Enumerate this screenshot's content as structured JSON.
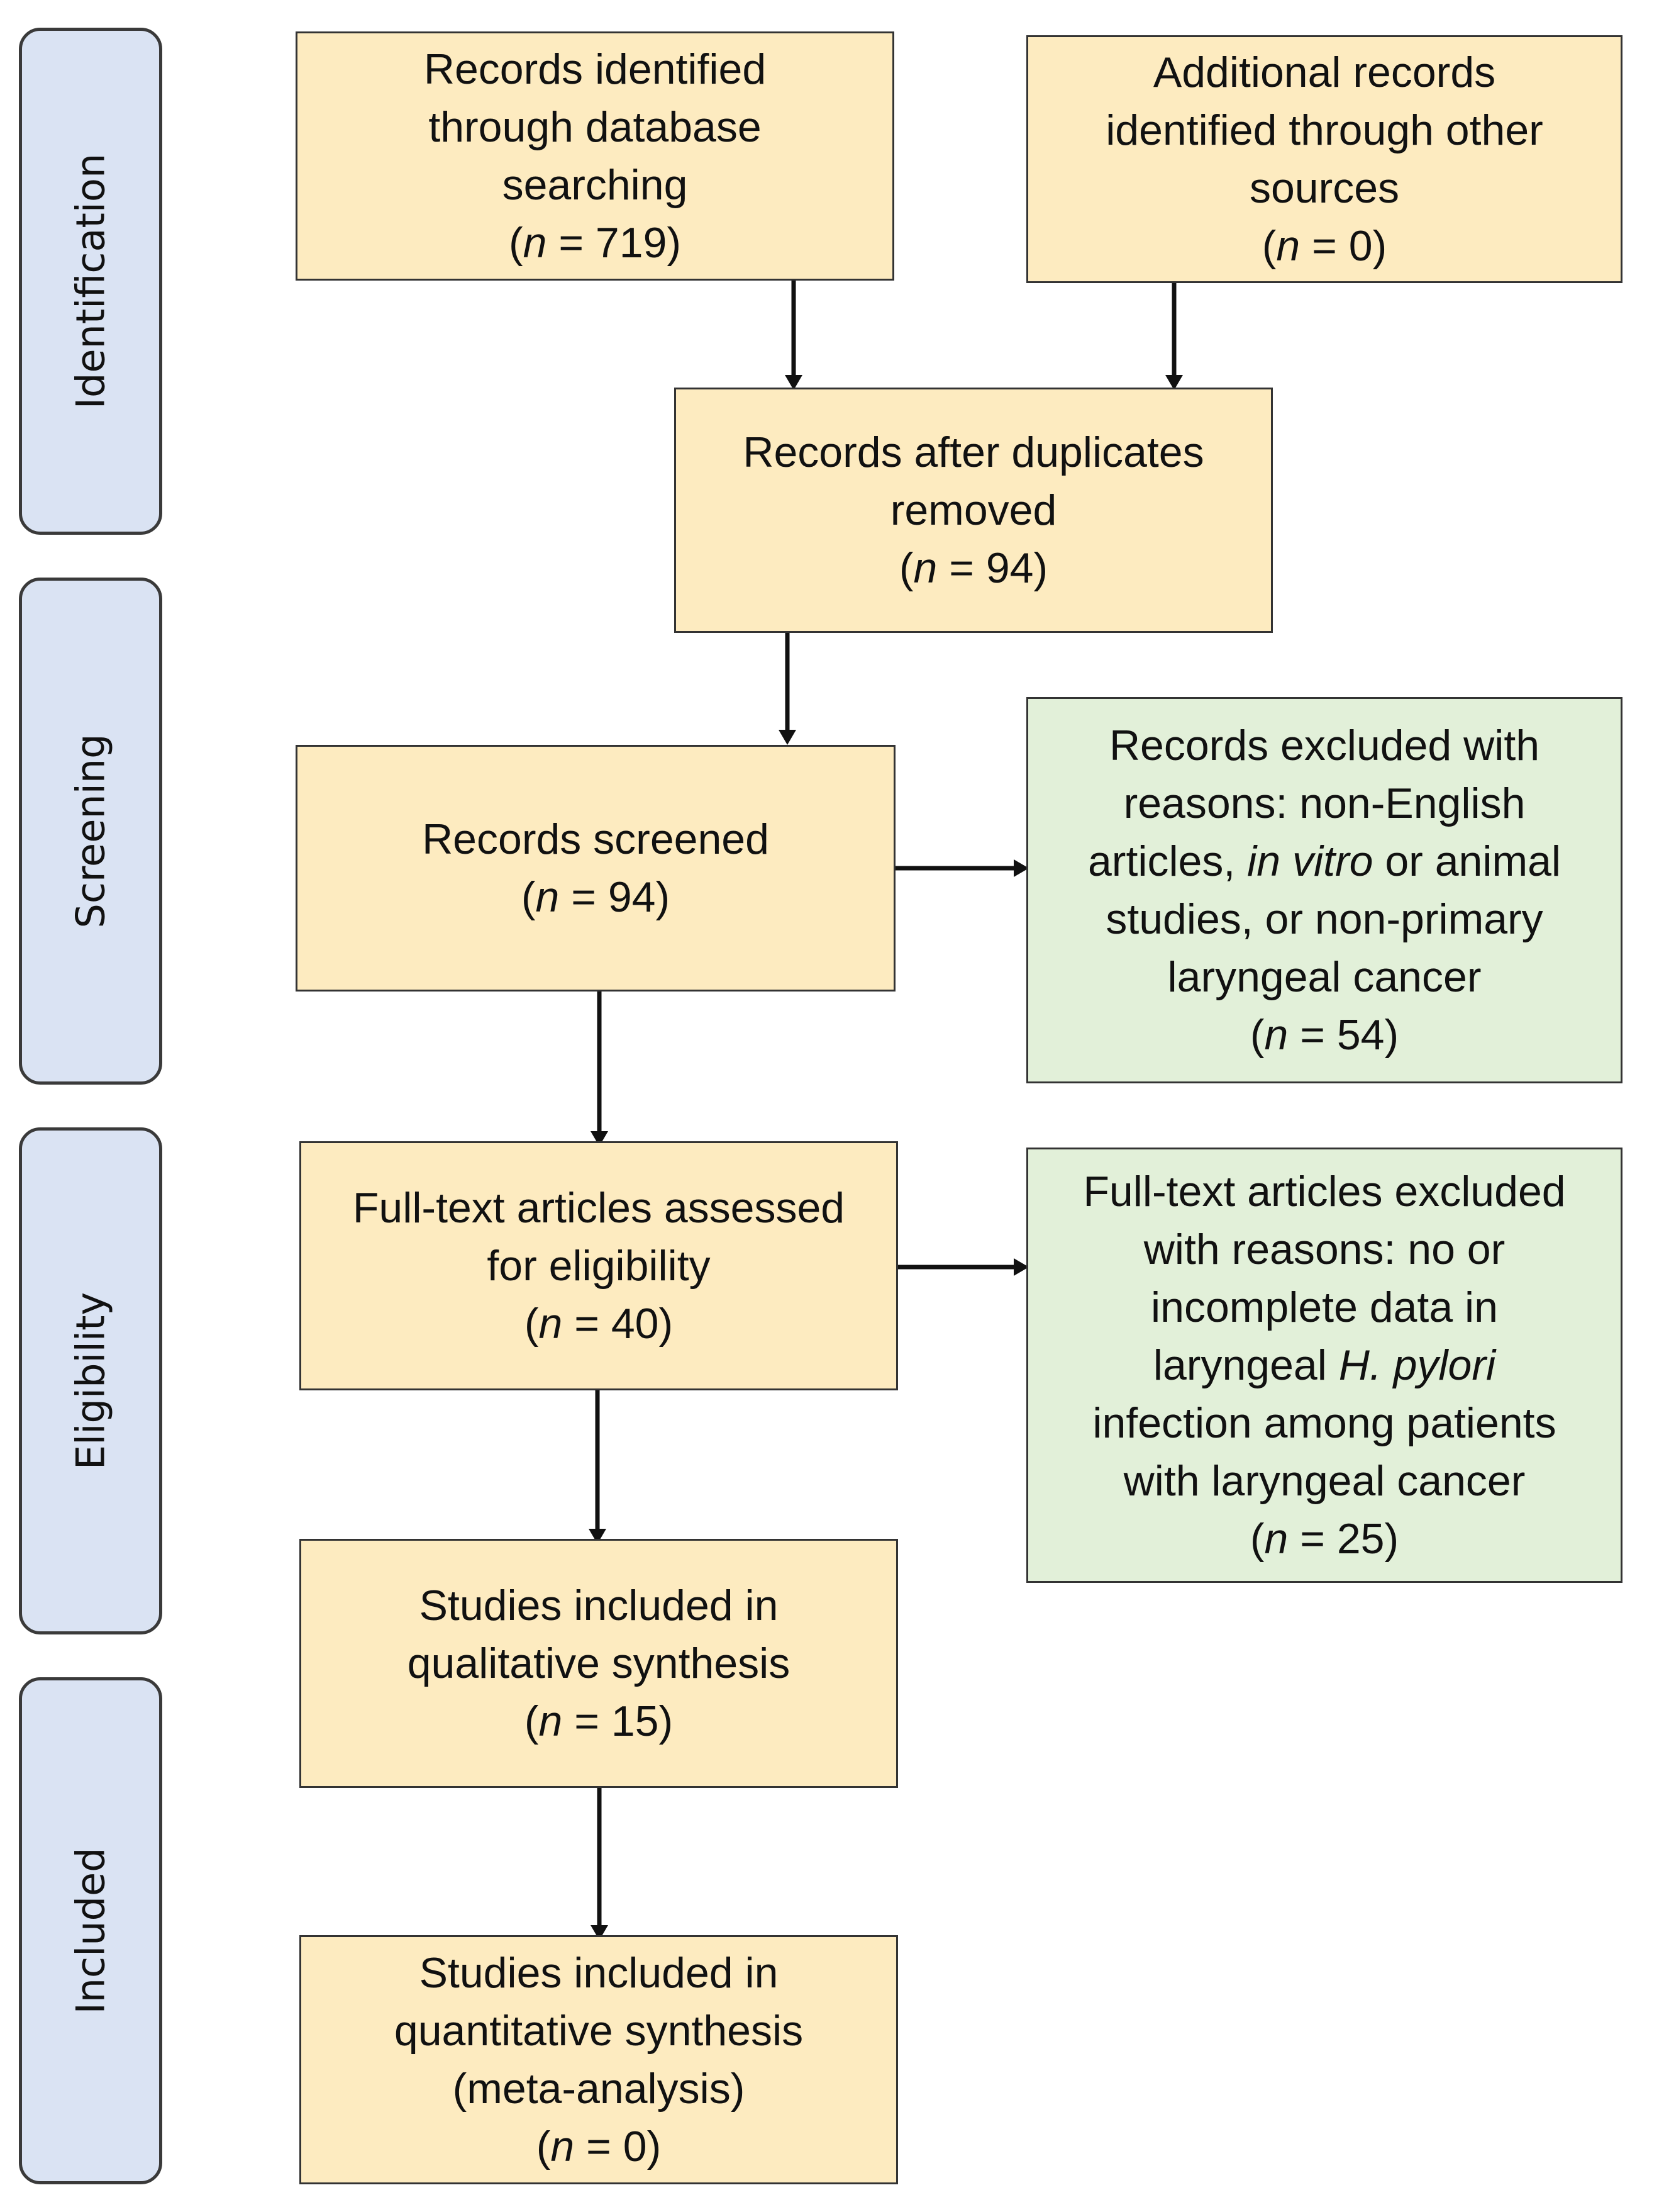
{
  "phases": [
    {
      "label": "Identification"
    },
    {
      "label": "Screening"
    },
    {
      "label": "Eligibility"
    },
    {
      "label": "Included"
    }
  ],
  "boxes": {
    "db_search": {
      "lines": [
        "Records identified",
        "through database",
        "searching"
      ],
      "count_prefix": "(",
      "n_symbol": "n",
      "count_value": " = 719)"
    },
    "other_sources": {
      "lines": [
        "Additional records",
        "identified through other",
        "sources"
      ],
      "count_prefix": "(",
      "n_symbol": "n",
      "count_value": " = 0)"
    },
    "duplicates_removed": {
      "lines": [
        "Records after duplicates",
        "removed"
      ],
      "count_prefix": "(",
      "n_symbol": "n",
      "count_value": " = 94)"
    },
    "screened": {
      "lines": [
        "Records screened"
      ],
      "count_prefix": "(",
      "n_symbol": "n",
      "count_value": " = 94)"
    },
    "records_excluded": {
      "line1": "Records excluded with",
      "line2": "reasons: non-English",
      "line3_pre": "articles, ",
      "line3_italic": "in vitro",
      "line3_post": " or animal",
      "line4": "studies, or non-primary",
      "line5": "laryngeal cancer",
      "count_prefix": "(",
      "n_symbol": "n",
      "count_value": " = 54)"
    },
    "fulltext_assessed": {
      "lines": [
        "Full-text articles assessed",
        "for eligibility"
      ],
      "count_prefix": "(",
      "n_symbol": "n",
      "count_value": " = 40)"
    },
    "fulltext_excluded": {
      "line1": "Full-text articles excluded",
      "line2": "with reasons: no or",
      "line3": "incomplete data in",
      "line4_pre": "laryngeal ",
      "line4_italic": "H. pylori",
      "line5": "infection among patients",
      "line6": "with laryngeal cancer",
      "count_prefix": "(",
      "n_symbol": "n",
      "count_value": " = 25)"
    },
    "qualitative": {
      "lines": [
        "Studies included in",
        "qualitative synthesis"
      ],
      "count_prefix": "(",
      "n_symbol": "n",
      "count_value": " = 15)"
    },
    "quantitative": {
      "lines": [
        "Studies included in",
        "quantitative synthesis",
        "(meta-analysis)"
      ],
      "count_prefix": "(",
      "n_symbol": "n",
      "count_value": " = 0)"
    }
  },
  "colors": {
    "phase_fill": "#dae3f3",
    "box_fill": "#fdebc0",
    "excluded_fill": "#e2f0d9",
    "stroke": "#333333"
  }
}
